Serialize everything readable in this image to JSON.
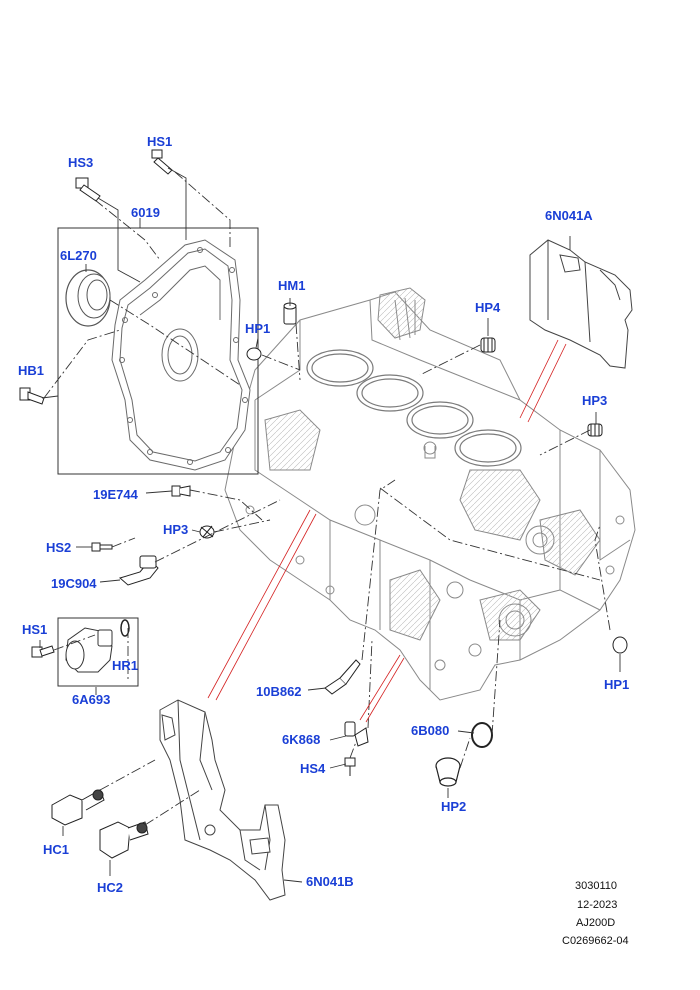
{
  "colors": {
    "label": "#1a3fd6",
    "line": "#333333",
    "part_outline": "#8a8a8a",
    "dark_part": "#222222",
    "highlight": "#d42020"
  },
  "callouts": {
    "hs1_top": "HS1",
    "hs3": "HS3",
    "c6019": "6019",
    "c6l270": "6L270",
    "hm1": "HM1",
    "hp1_left": "HP1",
    "hp4": "HP4",
    "c6n041a": "6N041A",
    "hb1": "HB1",
    "hp3_right": "HP3",
    "c19e744": "19E744",
    "hp3_left": "HP3",
    "hs2": "HS2",
    "c19c904": "19C904",
    "hs1_left": "HS1",
    "hr1": "HR1",
    "c6a693": "6A693",
    "hp1_right": "HP1",
    "c10b862": "10B862",
    "c6k868": "6K868",
    "c6b080": "6B080",
    "hs4": "HS4",
    "hp2": "HP2",
    "hc1": "HC1",
    "hc2": "HC2",
    "c6n041b": "6N041B"
  },
  "info": {
    "line1": "3030110",
    "line2": "12-2023",
    "line3": "AJ200D",
    "line4": "C0269662-04"
  }
}
